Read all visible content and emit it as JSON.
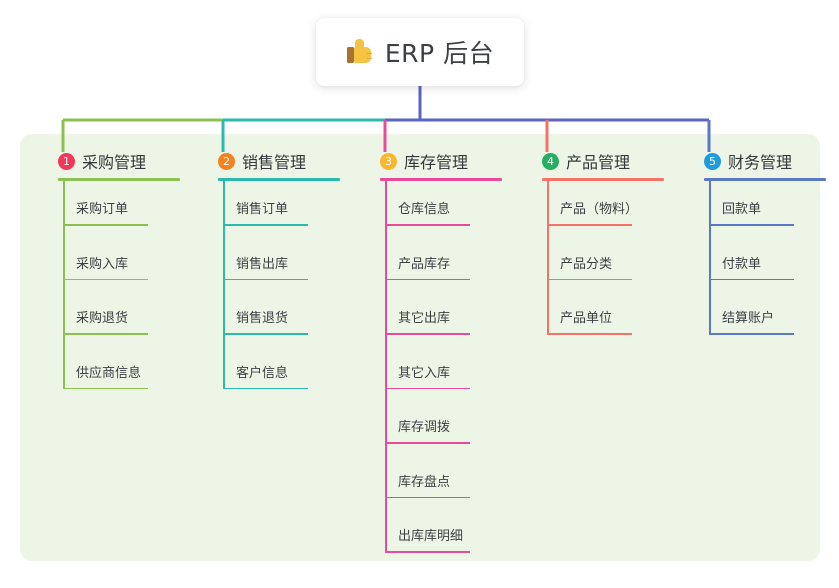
{
  "diagram": {
    "type": "org-chart",
    "root": {
      "title": "ERP 后台",
      "icon": "thumbs-up-icon"
    },
    "panel_color": "#edf6e6",
    "root_stem_color": "#5b63c4",
    "columns": [
      {
        "index": "1",
        "title": "采购管理",
        "badge_color": "#f2385a",
        "accent": "#8cc152",
        "items": [
          "采购订单",
          "采购入库",
          "采购退货",
          "供应商信息"
        ]
      },
      {
        "index": "2",
        "title": "销售管理",
        "badge_color": "#f58220",
        "accent": "#2bbbad",
        "items": [
          "销售订单",
          "销售出库",
          "销售退货",
          "客户信息"
        ]
      },
      {
        "index": "3",
        "title": "库存管理",
        "badge_color": "#f7b731",
        "accent": "#e84a9c",
        "items": [
          "仓库信息",
          "产品库存",
          "其它出库",
          "其它入库",
          "库存调拨",
          "库存盘点",
          "出库库明细"
        ]
      },
      {
        "index": "4",
        "title": "产品管理",
        "badge_color": "#27ae60",
        "accent": "#f4726a",
        "items": [
          "产品（物料）",
          "产品分类",
          "产品单位"
        ]
      },
      {
        "index": "5",
        "title": "财务管理",
        "badge_color": "#1e9bdd",
        "accent": "#5b78c4",
        "items": [
          "回款单",
          "付款单",
          "结算账户"
        ]
      }
    ]
  }
}
